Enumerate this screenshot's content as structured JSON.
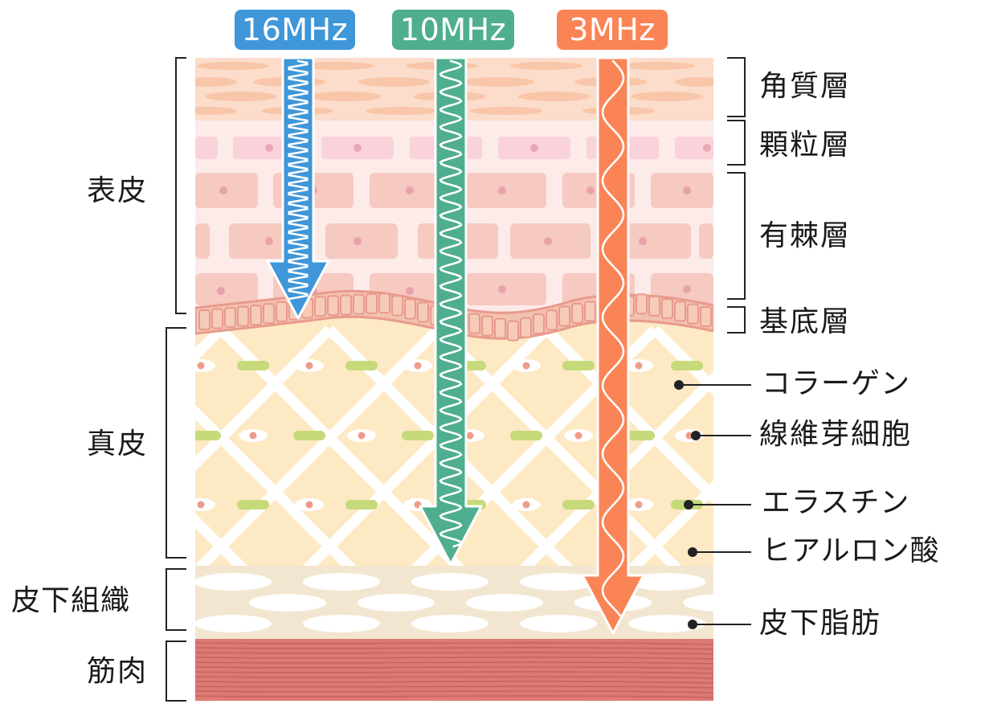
{
  "frequencies": [
    {
      "label": "16MHz",
      "color": "#3f96d8"
    },
    {
      "label": "10MHz",
      "color": "#4fae8f"
    },
    {
      "label": "3MHz",
      "color": "#fa8456"
    }
  ],
  "left_labels": {
    "epidermis": "表皮",
    "dermis": "真皮",
    "subcutaneous": "皮下組織",
    "muscle": "筋肉"
  },
  "right_labels": {
    "stratum_corneum": "角質層",
    "stratum_granulosum": "顆粒層",
    "stratum_spinosum": "有棘層",
    "stratum_basale": "基底層",
    "collagen": "コラーゲン",
    "fibroblast": "線維芽細胞",
    "elastin": "エラスチン",
    "hyaluronic_acid": "ヒアルロン酸",
    "subcutaneous_fat": "皮下脂肪"
  },
  "colors": {
    "corneum_bg": "#fcdccb",
    "epidermis_bg": "#fcebe9",
    "cell": "#f6c9c1",
    "basal_band": "#ea9d92",
    "dermis_bg": "#fde9c3",
    "elastin": "#c6da7a",
    "fat_bg": "#f3e6d0",
    "muscle": "#dc7a74"
  }
}
